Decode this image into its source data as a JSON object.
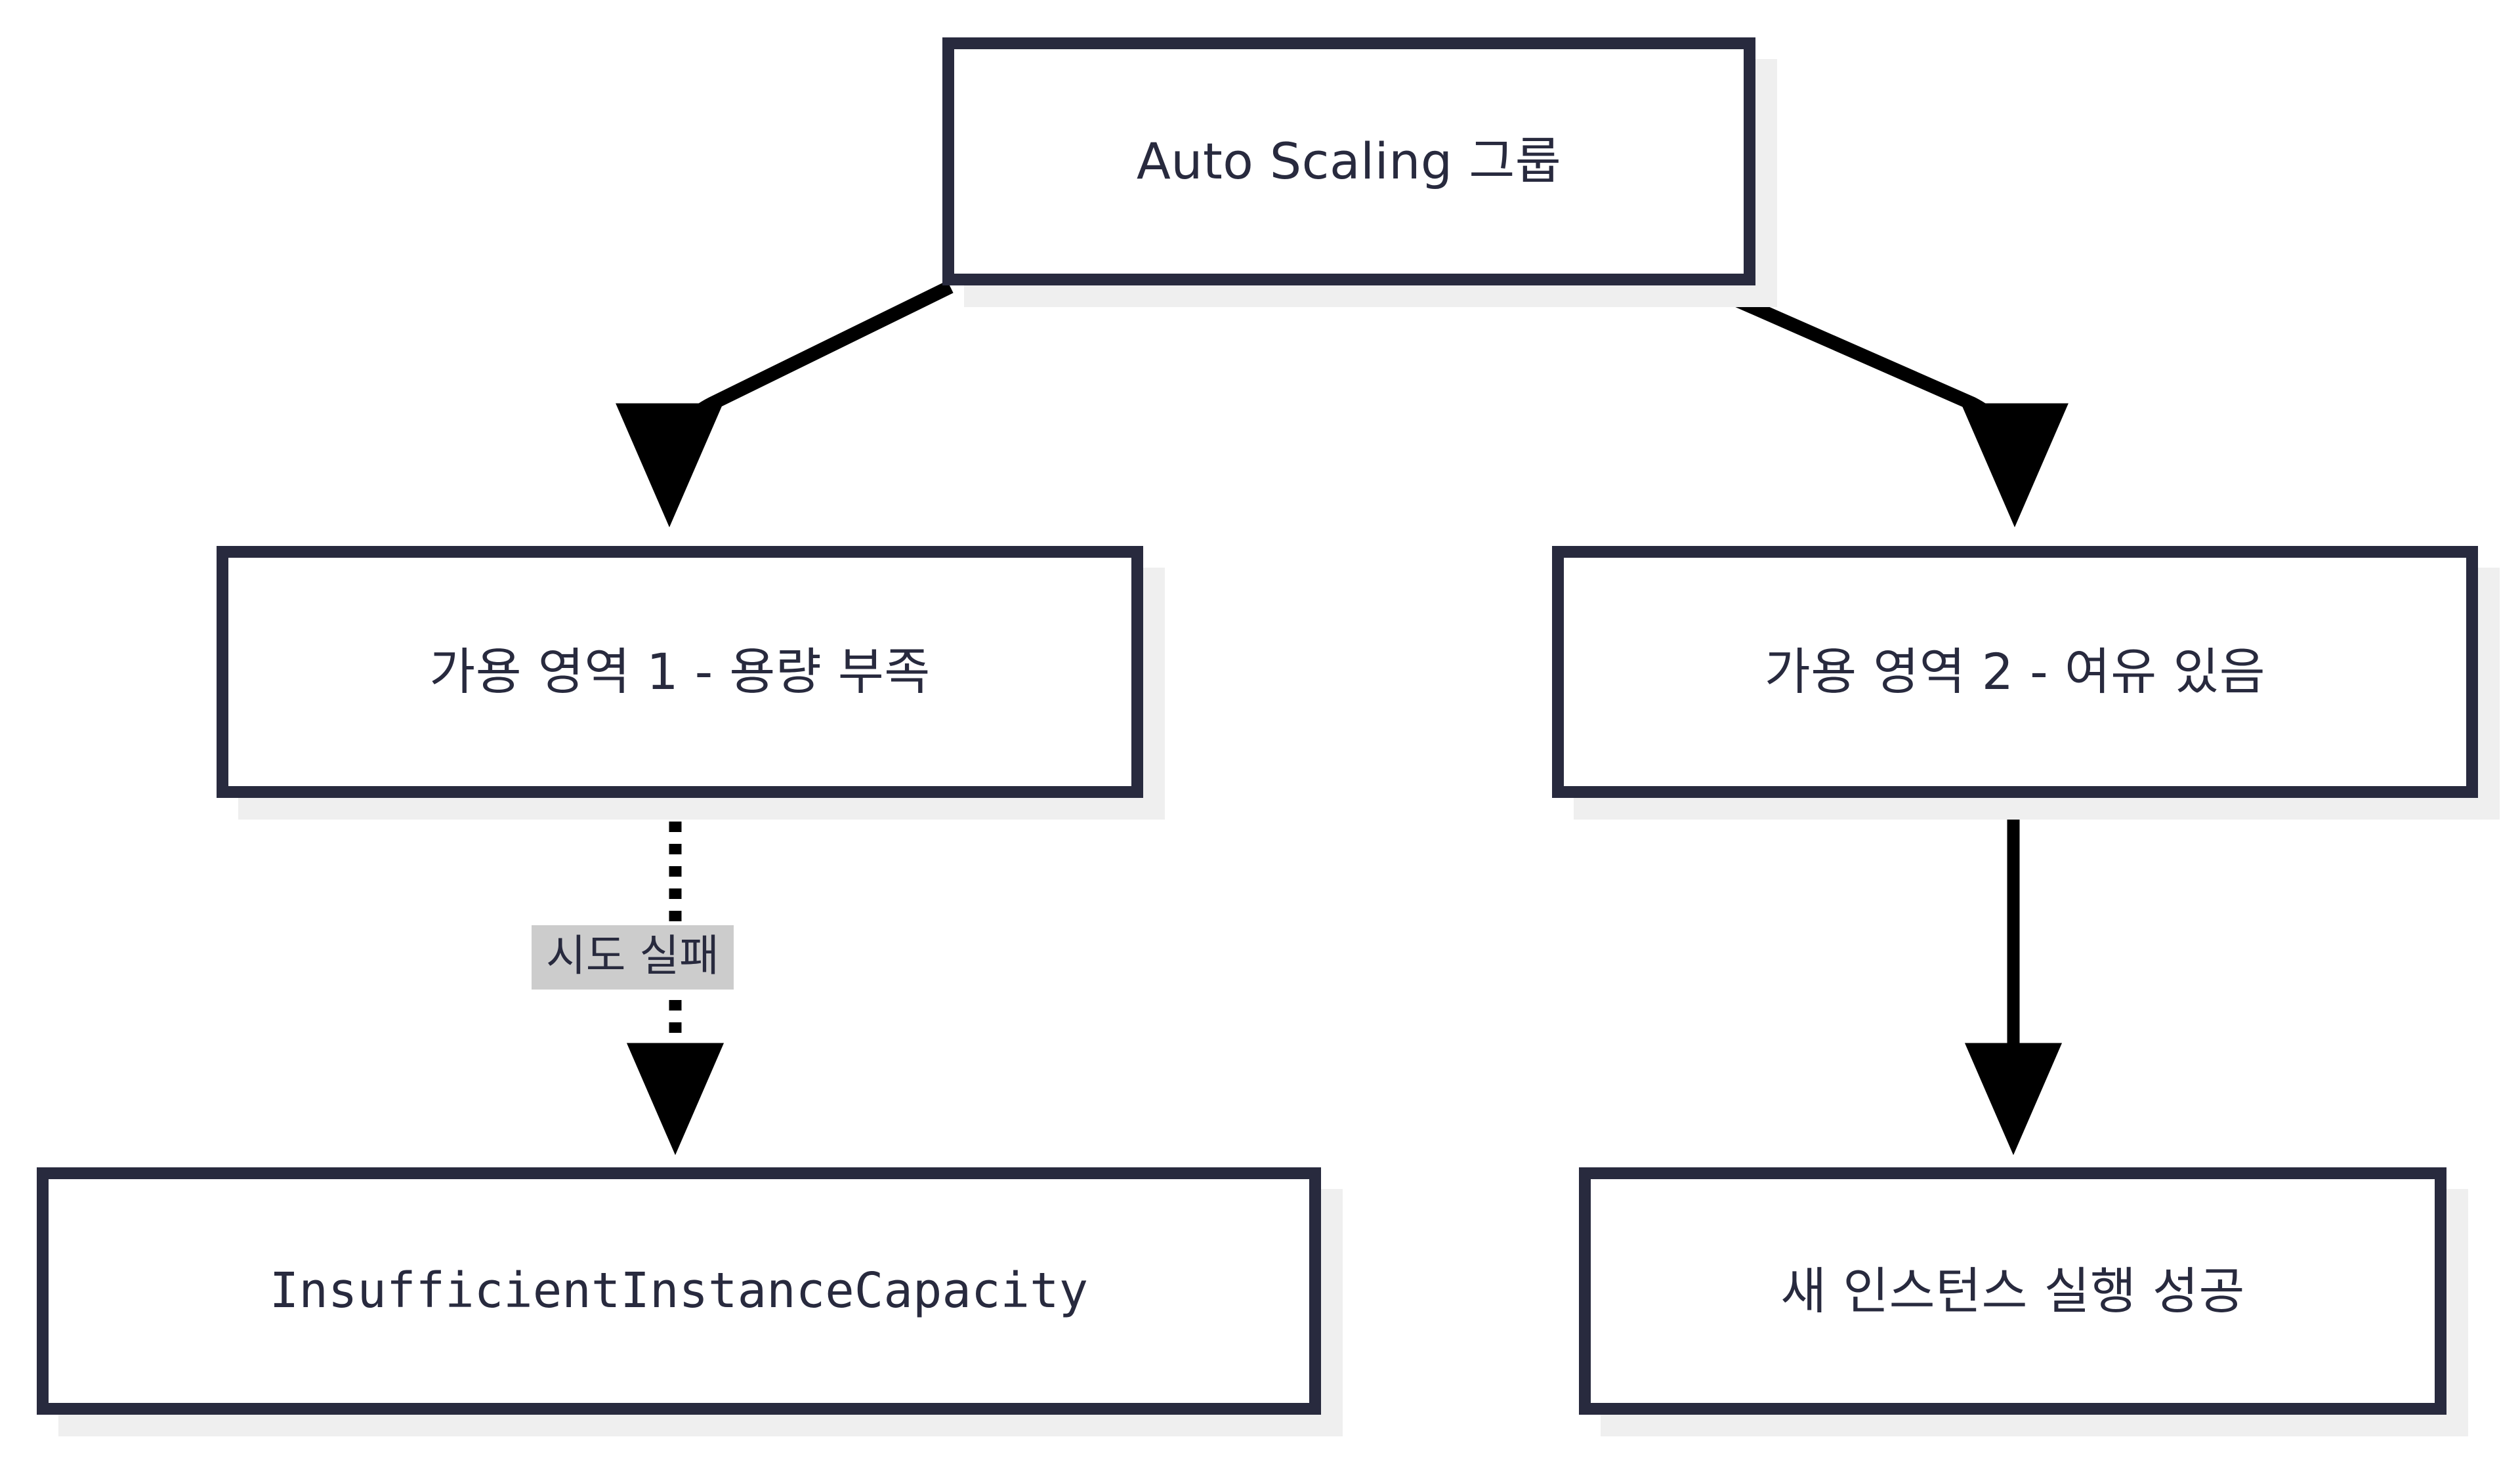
{
  "diagram": {
    "title": "Auto Scaling Availability Zone Capacity Flow",
    "orientation": "top-down",
    "colors": {
      "node_border": "#282A3E",
      "node_fill": "#FFFFFF",
      "node_shadow": "#EFEFEF",
      "edge_stroke": "#000000",
      "edge_label_background": "#CCCCCC",
      "edge_label_text": "#282A3E",
      "canvas_background": "#FFFFFF"
    },
    "nodes": [
      {
        "id": "asg",
        "label": "Auto Scaling 그룹",
        "font": "sans"
      },
      {
        "id": "az1",
        "label": "가용 영역 1 - 용량 부족",
        "font": "sans"
      },
      {
        "id": "az2",
        "label": "가용 영역 2 - 여유 있음",
        "font": "sans"
      },
      {
        "id": "error",
        "label": "InsufficientInstanceCapacity",
        "font": "mono"
      },
      {
        "id": "success",
        "label": "새 인스턴스 실행 성공",
        "font": "sans"
      }
    ],
    "edges": [
      {
        "id": "asg-to-az1",
        "from": "asg",
        "to": "az1",
        "style": "solid",
        "label": ""
      },
      {
        "id": "asg-to-az2",
        "from": "asg",
        "to": "az2",
        "style": "solid",
        "label": ""
      },
      {
        "id": "az1-to-error",
        "from": "az1",
        "to": "error",
        "style": "dotted",
        "label": "시도 실패"
      },
      {
        "id": "az2-to-success",
        "from": "az2",
        "to": "success",
        "style": "solid",
        "label": ""
      }
    ]
  }
}
